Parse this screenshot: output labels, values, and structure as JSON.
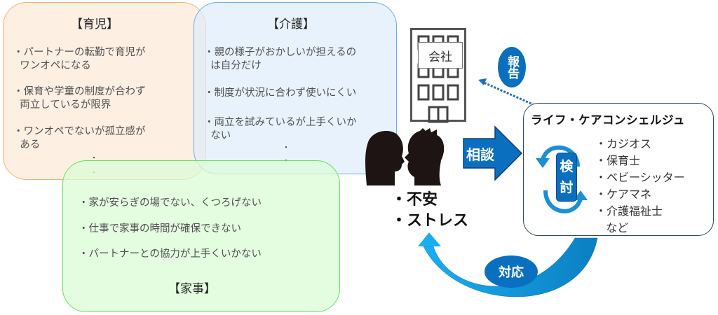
{
  "childcare": {
    "title": "【育児】",
    "items": [
      "・パートナーの転勤で育児が\n  ワンオペになる",
      "・保育や学童の制度が合わず\n  両立しているが限界",
      "・ワンオペでないが孤立感が\n  ある"
    ],
    "ellipsis": "・"
  },
  "nursing": {
    "title": "【介護】",
    "items": [
      "・親の様子がおかしいが担えるの\n  は自分だけ",
      "・制度が状況に合わず使いにくい",
      "・両立を試みているが上手くいか\n  ない"
    ],
    "ellipsis": "・"
  },
  "housework": {
    "title": "【家事】",
    "items": [
      "・家が安らぎの場でない、くつろげない",
      "・仕事で家事の時間が確保できない",
      "・パートナーとの協力が上手くいかない"
    ]
  },
  "company": {
    "label": "会社",
    "icon": "building-icon"
  },
  "people": {
    "icon": "couple-silhouette-icon",
    "concerns": [
      "・不安",
      "・ストレス"
    ]
  },
  "flows": {
    "consult": "相談",
    "report": "報告",
    "respond": "対応"
  },
  "concierge": {
    "title": "ライフ・ケアコンシェルジュ",
    "review": [
      "検",
      "討"
    ],
    "services": [
      "・カジオス",
      "・保育士",
      "・ベビーシッター",
      "・ケアマネ",
      "・介護福祉士",
      "   など"
    ]
  },
  "colors": {
    "childcare_border": "#f4b16b",
    "nursing_border": "#6aaee9",
    "housework_border": "#5fe35a",
    "accent_blue": "#0b6fbf",
    "arrow_light_blue": "#1aa3e8"
  }
}
